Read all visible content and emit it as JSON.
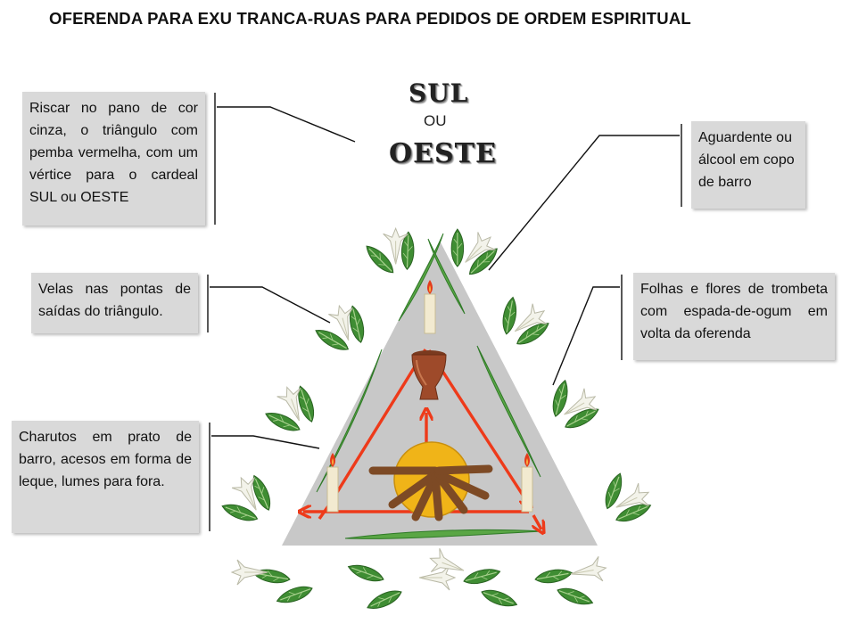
{
  "title": "OFERENDA PARA EXU TRANCA-RUAS PARA PEDIDOS DE ORDEM ESPIRITUAL",
  "direction": {
    "top": "SUL",
    "middle": "OU",
    "bottom": "OESTE"
  },
  "notes": {
    "triangle": "Riscar no pano de cor cinza, o triângulo com pemba vermelha, com um vértice para o cardeal SUL ou OESTE",
    "drink": "Aguardente ou álcool em copo de barro",
    "candles": "Velas nas pontas de saídas do triângulo.",
    "leaves": "Folhas e flores de trombeta com espada-de-ogum em volta da oferenda",
    "cigars": "Charutos em prato de barro, acesos em forma de leque, lumes para fora."
  },
  "colors": {
    "cloth": "#c8c8c8",
    "pemba": "#ee3a1a",
    "clay": "#9e4a2a",
    "plate": "#f0b418",
    "leaf": "#3f8d33",
    "sword_leaf": "#5aa645",
    "flower": "#f3f3ea",
    "candle": "#f2ead0",
    "box": "#d9d9d9"
  }
}
